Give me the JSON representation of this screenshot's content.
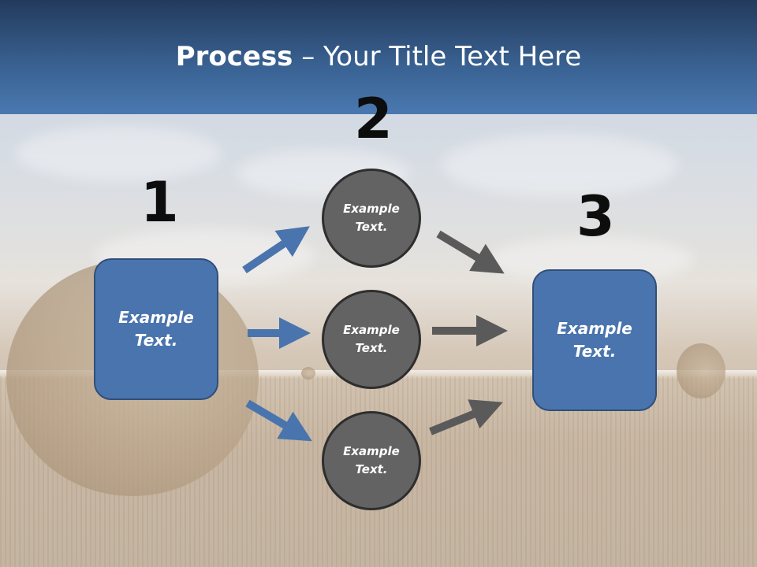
{
  "title": {
    "bold": "Process",
    "rest": " – Your Title Text Here"
  },
  "steps": {
    "one": "1",
    "two": "2",
    "three": "3"
  },
  "left_box": {
    "text": "Example Text."
  },
  "circles": [
    {
      "text": "Example Text."
    },
    {
      "text": "Example Text."
    },
    {
      "text": "Example Text."
    }
  ],
  "right_box": {
    "text": "Example Text."
  },
  "colors": {
    "header": "#3a6394",
    "box": "#4a74ad",
    "circle": "#636363",
    "arrow_blue": "#4a74ad",
    "arrow_gray": "#5a5a5a"
  }
}
